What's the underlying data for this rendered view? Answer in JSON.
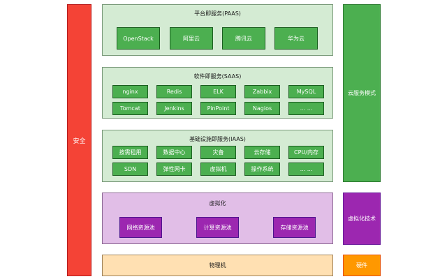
{
  "security": "安全",
  "paas": {
    "title": "平台即服务(PAAS)",
    "items": [
      "OpenStack",
      "阿里云",
      "腾讯云",
      "华为云"
    ]
  },
  "saas": {
    "title": "软件即服务(SAAS)",
    "row1": [
      "nginx",
      "Redis",
      "ELK",
      "Zabbix",
      "MySQL"
    ],
    "row2": [
      "Tomcat",
      "Jenkins",
      "PinPoint",
      "Nagios",
      "... ..."
    ]
  },
  "iaas": {
    "title": "基础设施即服务(IAAS)",
    "row1": [
      "按需租用",
      "数据中心",
      "灾备",
      "云存储",
      "CPU/内存"
    ],
    "row2": [
      "SDN",
      "弹性网卡",
      "虚拟机",
      "操作系统",
      "... ..."
    ]
  },
  "virtualization": {
    "title": "虚拟化",
    "items": [
      "网络资源池",
      "计算资源池",
      "存储资源池"
    ]
  },
  "physical": "物理机",
  "right": {
    "cloud_mode": "云服务模式",
    "virt_tech": "虚拟化技术",
    "hardware": "硬件"
  },
  "colors": {
    "security_red": "#f44336",
    "layer_green_bg": "#d4ebd3",
    "service_green": "#4caf50",
    "virt_purple_bg": "#e1bee7",
    "virt_purple": "#9c27b0",
    "physical_bg": "#ffe0b2",
    "hardware_orange": "#ff9800"
  }
}
